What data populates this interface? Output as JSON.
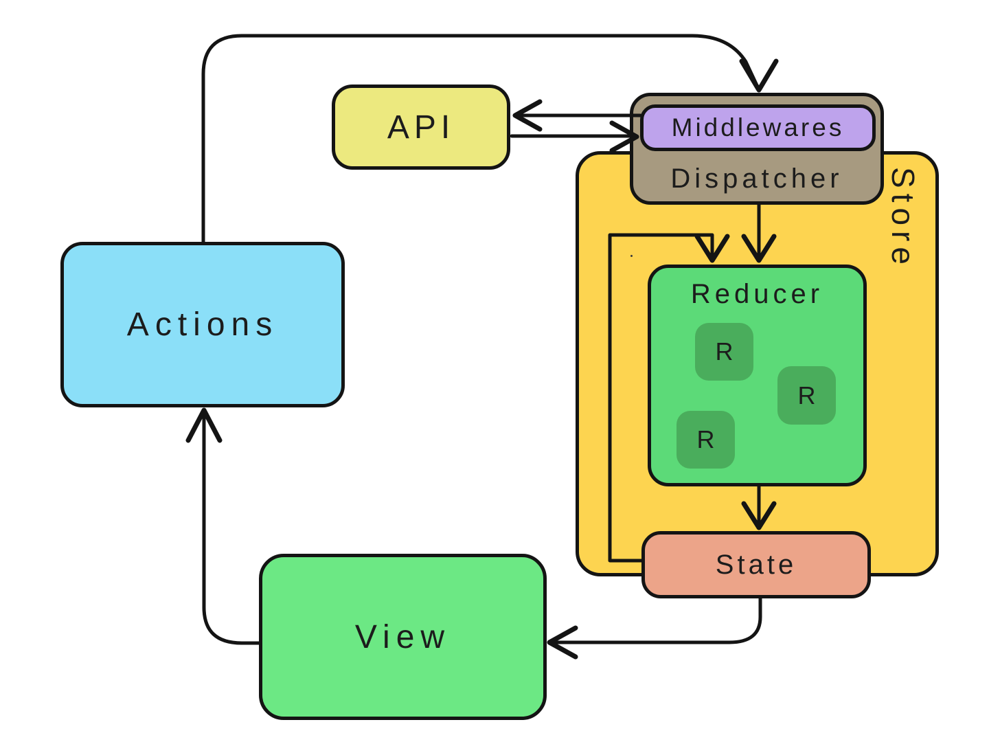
{
  "diagram": {
    "nodes": {
      "actions": {
        "label": "Actions",
        "color": "#8bdff8"
      },
      "api": {
        "label": "API",
        "color": "#ece97f"
      },
      "store": {
        "label": "Store",
        "color": "#fdd450"
      },
      "dispatcher": {
        "label": "Dispatcher",
        "color": "#a79a80"
      },
      "middlewares": {
        "label": "Middlewares",
        "color": "#bea3ec"
      },
      "reducer": {
        "label": "Reducer",
        "color": "#5cda78"
      },
      "reducer_r1": {
        "label": "R",
        "color": "#4aad5c"
      },
      "reducer_r2": {
        "label": "R",
        "color": "#4aad5c"
      },
      "reducer_r3": {
        "label": "R",
        "color": "#4aad5c"
      },
      "state": {
        "label": "State",
        "color": "#eca489"
      },
      "view": {
        "label": "View",
        "color": "#6ce884"
      }
    },
    "line_color": "#141414"
  }
}
